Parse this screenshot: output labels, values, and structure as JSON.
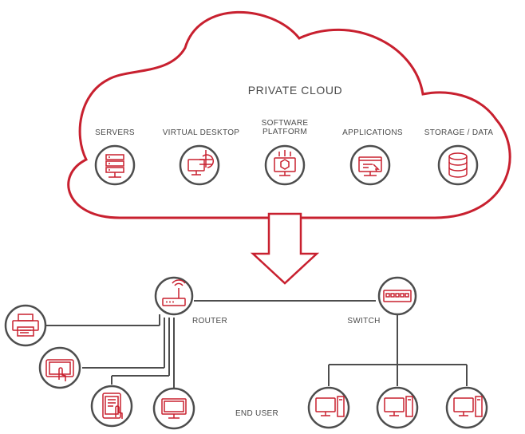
{
  "cloud": {
    "title": "PRIVATE CLOUD",
    "services": [
      {
        "label": "SERVERS",
        "icon": "server-rack-icon"
      },
      {
        "label": "VIRTUAL DESKTOP",
        "icon": "virtual-desktop-icon"
      },
      {
        "label": "SOFTWARE\nPLATFORM",
        "icon": "software-platform-icon"
      },
      {
        "label": "APPLICATIONS",
        "icon": "application-window-icon"
      },
      {
        "label": "STORAGE / DATA",
        "icon": "database-icon"
      }
    ]
  },
  "network": {
    "router_label": "ROUTER",
    "switch_label": "SWITCH",
    "end_user_label": "END USER"
  },
  "colors": {
    "accent": "#c8202f",
    "line": "#4d4d4d",
    "text": "#4a4a4a"
  }
}
